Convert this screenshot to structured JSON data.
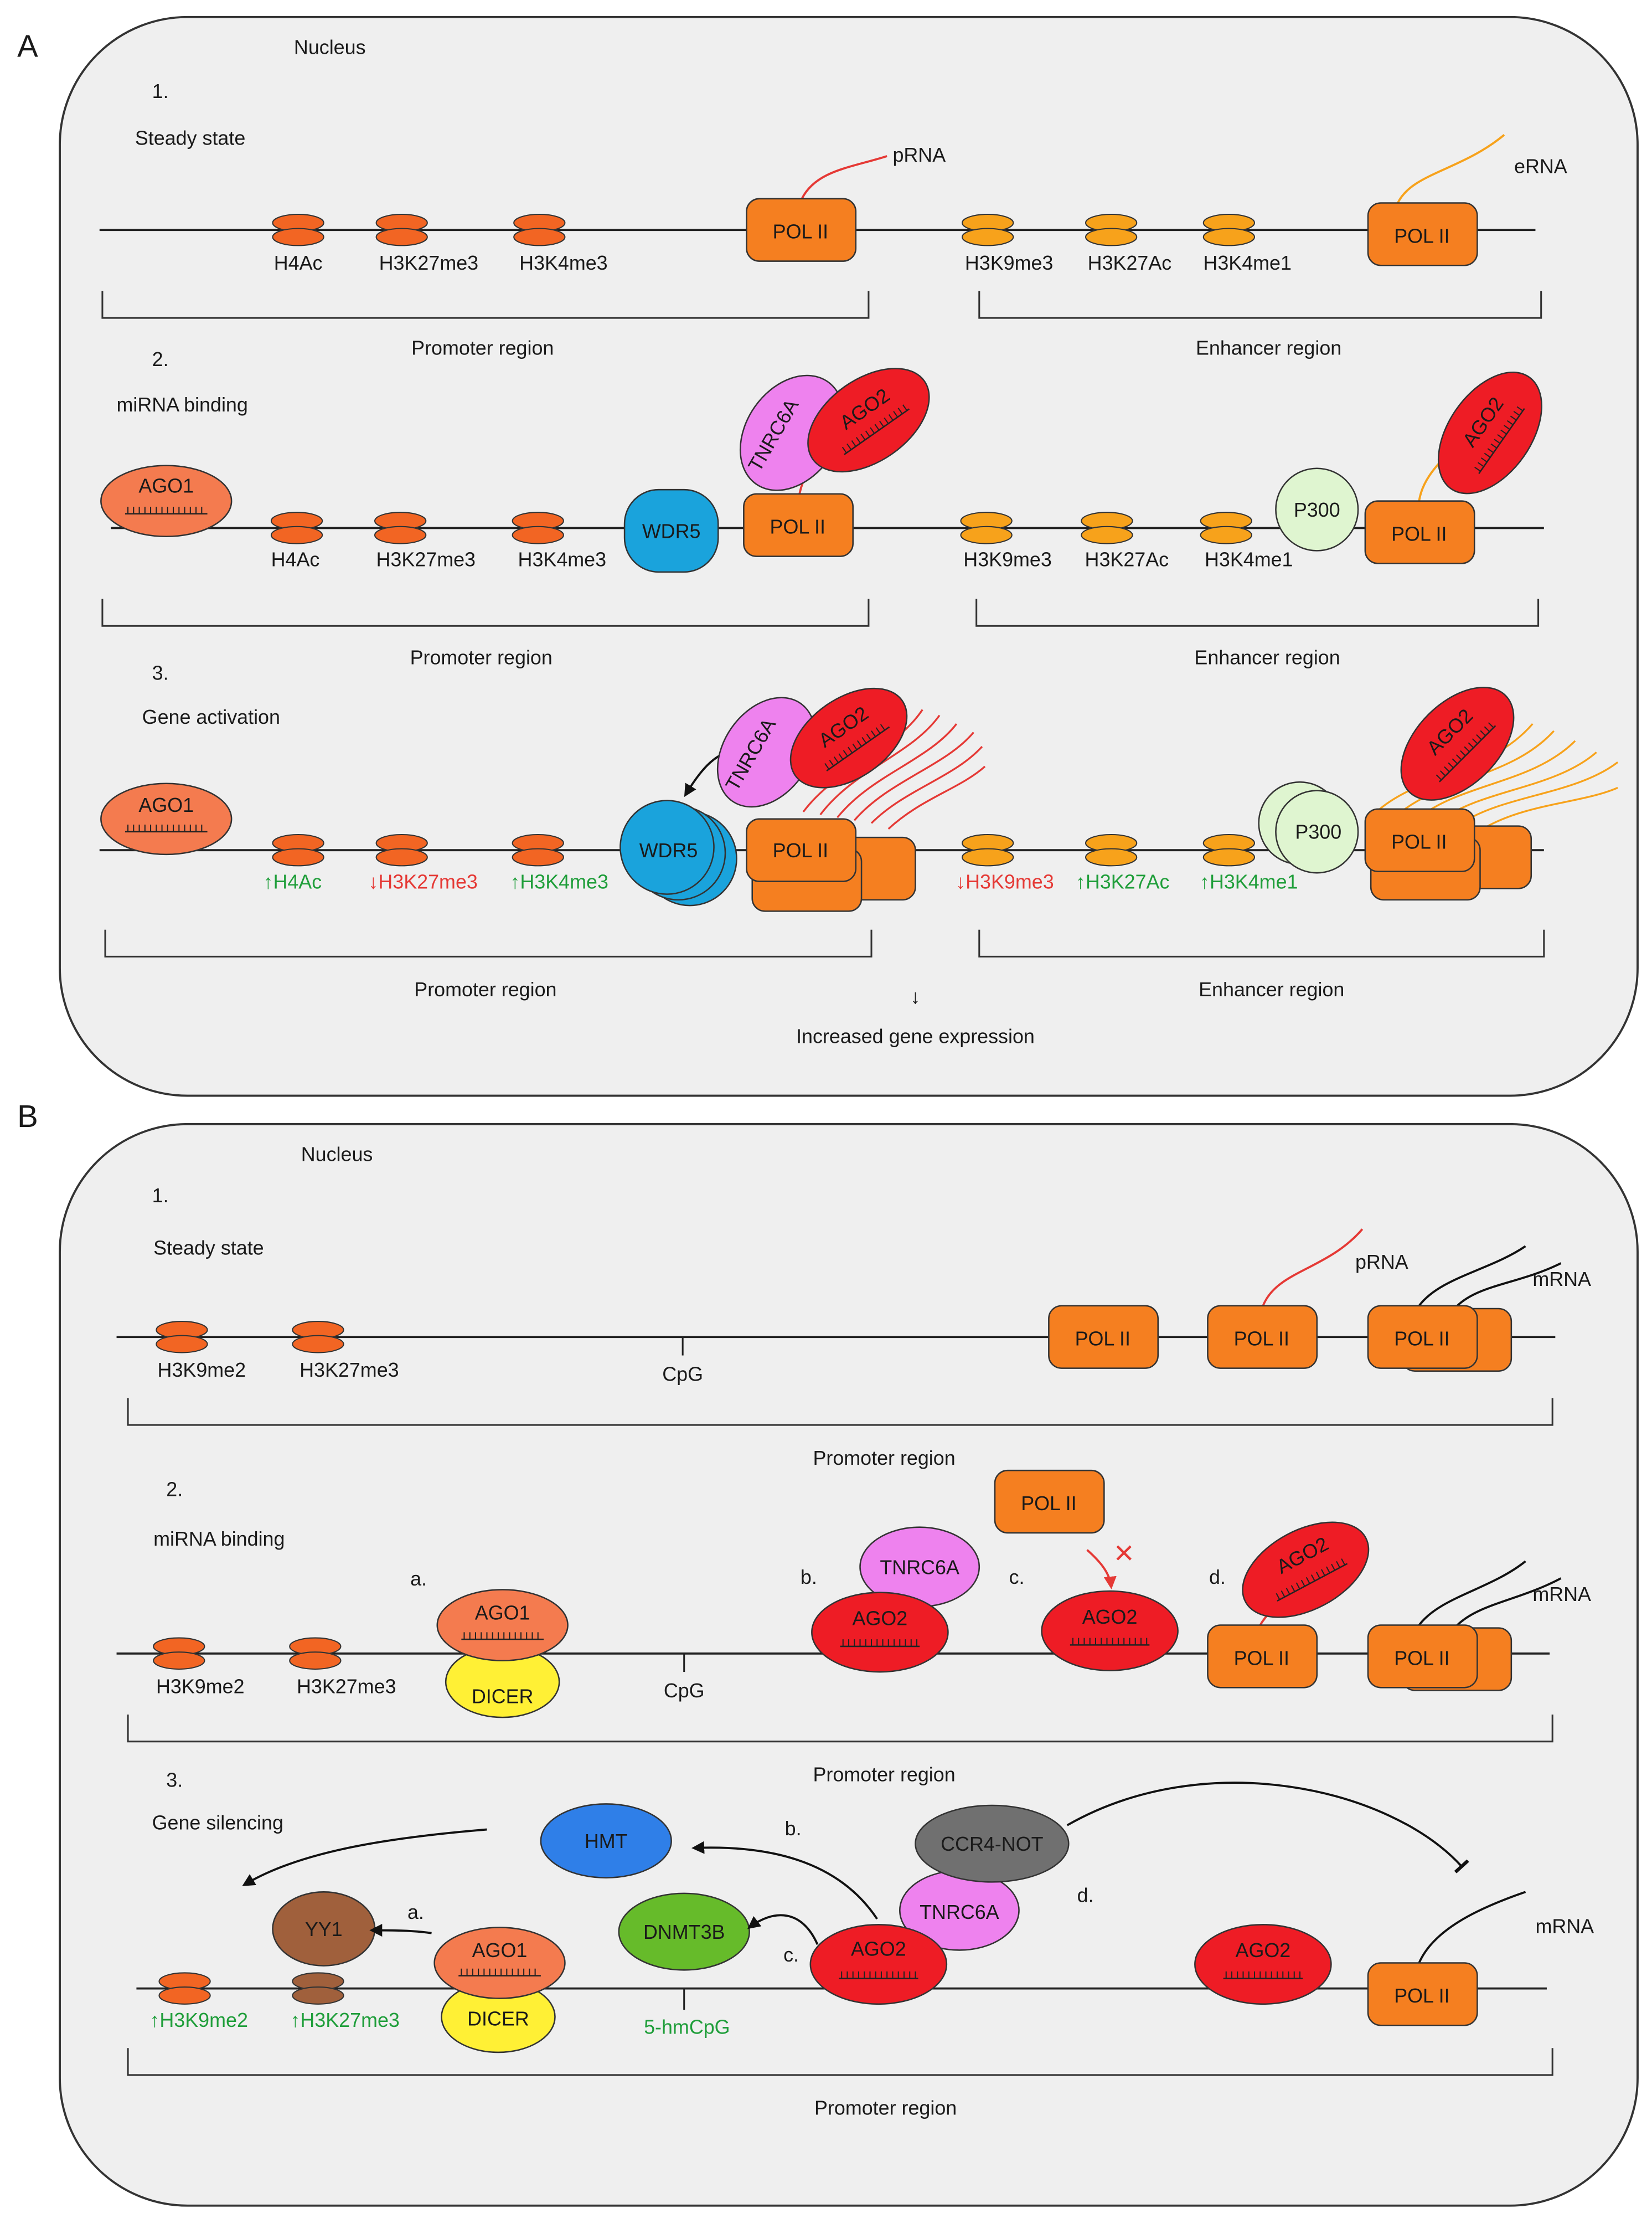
{
  "colors": {
    "pol2": "#f57f20",
    "histone_red": "#f26523",
    "histone_yellow": "#f7a21b",
    "ago1": "#f47b4f",
    "ago2": "#ee1c25",
    "tnrc6a": "#ee82ee",
    "wdr5": "#1aa3dc",
    "p300": "#dff5d0",
    "dicer": "#fff035",
    "yy1": "#a0603c",
    "hmt": "#2f7fe8",
    "dnmt3b": "#66bb2a",
    "ccr4not": "#707070",
    "increase": "#1f9e3a",
    "decrease": "#e53935",
    "prna_line": "#e53935",
    "erna_line": "#f7a21b",
    "nucleus_fill": "#efefef"
  },
  "panelA": {
    "label": "A",
    "nucleus": "Nucleus",
    "steps": [
      {
        "num": "1.",
        "title": "Steady state"
      },
      {
        "num": "2.",
        "title": "miRNA binding"
      },
      {
        "num": "3.",
        "title": "Gene activation"
      }
    ],
    "promoter_marks": [
      "H4Ac",
      "H3K27me3",
      "H3K4me3"
    ],
    "enhancer_marks": [
      "H3K9me3",
      "H3K27Ac",
      "H3K4me1"
    ],
    "activation_promoter_marks": [
      "↑H4Ac",
      "↓H3K27me3",
      "↑H3K4me3"
    ],
    "activation_enhancer_marks": [
      "↓H3K9me3",
      "↑H3K27Ac",
      "↑H3K4me1"
    ],
    "promoter_region": "Promoter region",
    "enhancer_region": "Enhancer region",
    "prna": "pRNA",
    "erna": "eRNA",
    "pol2": "POL II",
    "ago1": "AGO1",
    "ago2": "AGO2",
    "tnrc6a": "TNRC6A",
    "wdr5": "WDR5",
    "p300": "P300",
    "down_arrow": "↓",
    "increased": "Increased gene expression"
  },
  "panelB": {
    "label": "B",
    "nucleus": "Nucleus",
    "steps": [
      {
        "num": "1.",
        "title": "Steady state"
      },
      {
        "num": "2.",
        "title": "miRNA binding"
      },
      {
        "num": "3.",
        "title": "Gene silencing"
      }
    ],
    "marks": [
      "H3K9me2",
      "H3K27me3"
    ],
    "silencing_marks": [
      "↑H3K9me2",
      "↑H3K27me3"
    ],
    "cpg": "CpG",
    "hmcpg": "5-hmCpG",
    "promoter_region": "Promoter region",
    "prna": "pRNA",
    "mrna": "mRNA",
    "pol2": "POL II",
    "ago1": "AGO1",
    "ago2": "AGO2",
    "tnrc6a": "TNRC6A",
    "dicer": "DICER",
    "yy1": "YY1",
    "hmt": "HMT",
    "dnmt3b": "DNMT3B",
    "ccr4not": "CCR4-NOT",
    "sub_a": "a.",
    "sub_b": "b.",
    "sub_c": "c.",
    "sub_d": "d.",
    "block_x": "×"
  }
}
